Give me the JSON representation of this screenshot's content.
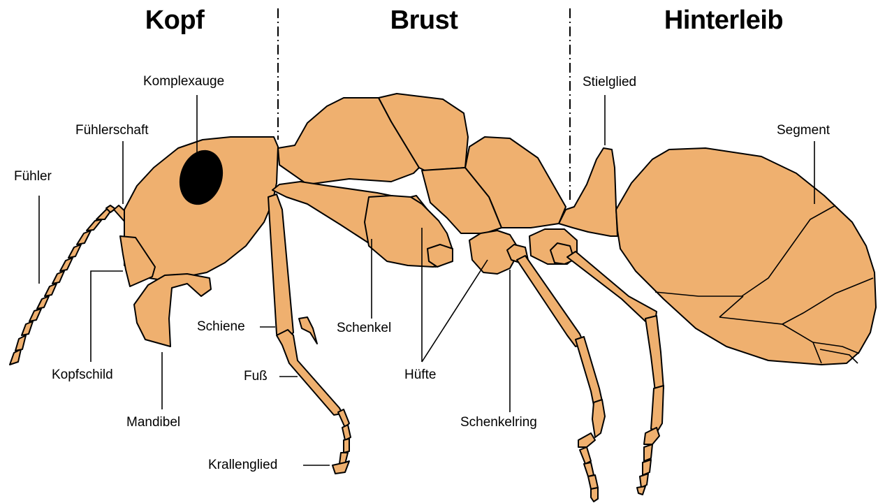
{
  "sections": {
    "head": "Kopf",
    "thorax": "Brust",
    "abdomen": "Hinterleib"
  },
  "labels": {
    "antenna": "Fühler",
    "scape": "Fühlerschaft",
    "compound_eye": "Komplexauge",
    "clypeus": "Kopfschild",
    "mandible": "Mandibel",
    "tibia": "Schiene",
    "tarsus": "Fuß",
    "claw_segment": "Krallenglied",
    "femur": "Schenkel",
    "coxa": "Hüfte",
    "trochanter": "Schenkelring",
    "petiole": "Stielglied",
    "segment": "Segment"
  },
  "colors": {
    "body_fill": "#EFB06F",
    "outline": "#000000",
    "eye": "#000000"
  }
}
